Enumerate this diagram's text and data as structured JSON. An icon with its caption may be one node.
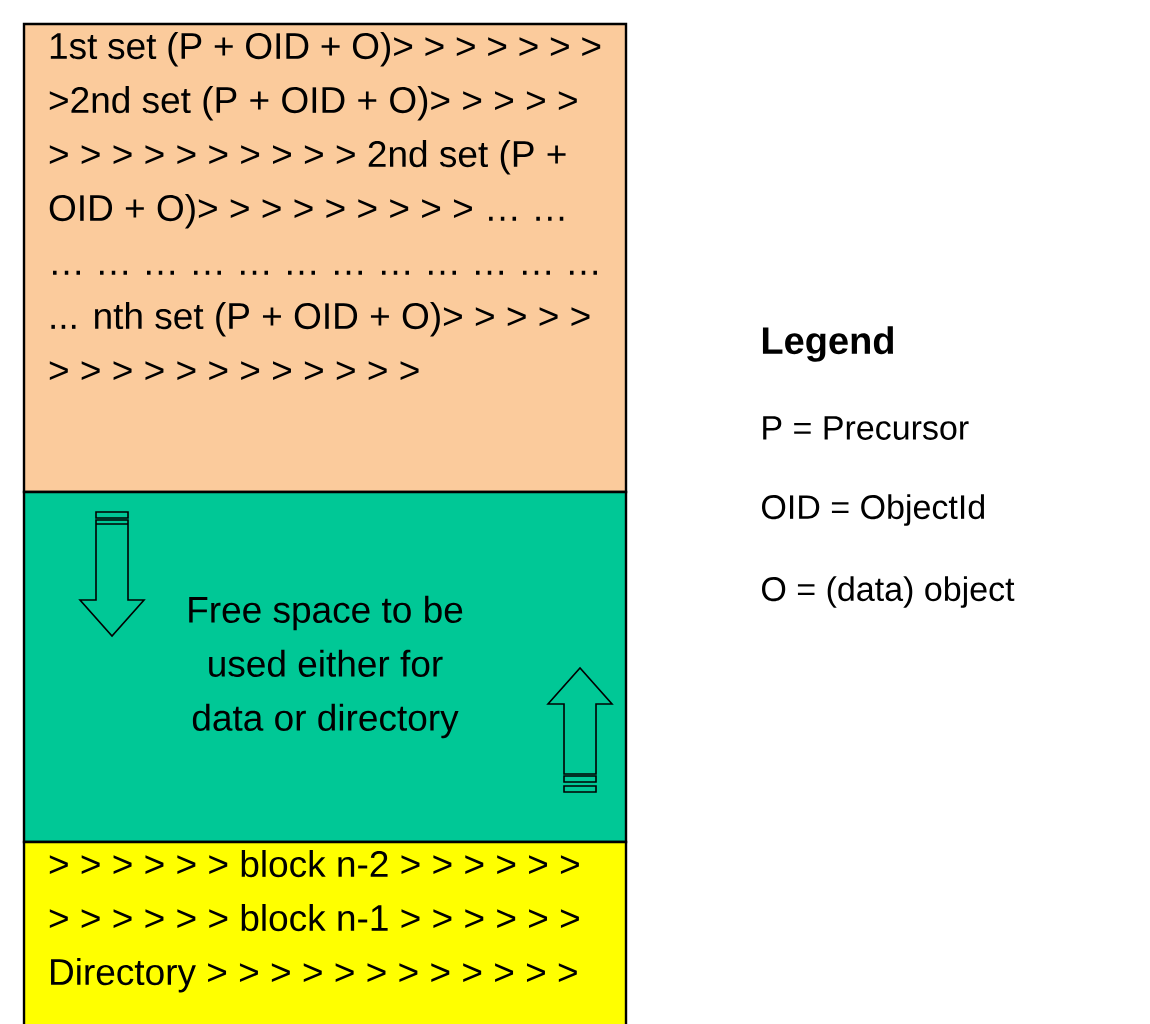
{
  "diagram": {
    "nodes": [
      {
        "text": [
          "1st set (P + OID + O)> > > > > > > >2nd set (P + OID + O)> > > > > > > > > > > > > > > 2nd set (P + OID + O)> > > > > > > > > … …  … … … … … … … … … … … … ... nth set (P + OID + O)> > > > > > > > > > > > > > > > >"
        ]
      },
      {
        "text": [
          "Free space to be used either for data or directory"
        ]
      },
      {
        "text": [
          "> > > > > > block n-2 > > > > > > > > > > > > block n-1 > > > > > > Directory > > > > > > > > > > > >"
        ]
      }
    ],
    "edges": [],
    "labels": [
      "Legend",
      "P = Precursor",
      "OID = ObjectId",
      "O = (data) object"
    ]
  }
}
